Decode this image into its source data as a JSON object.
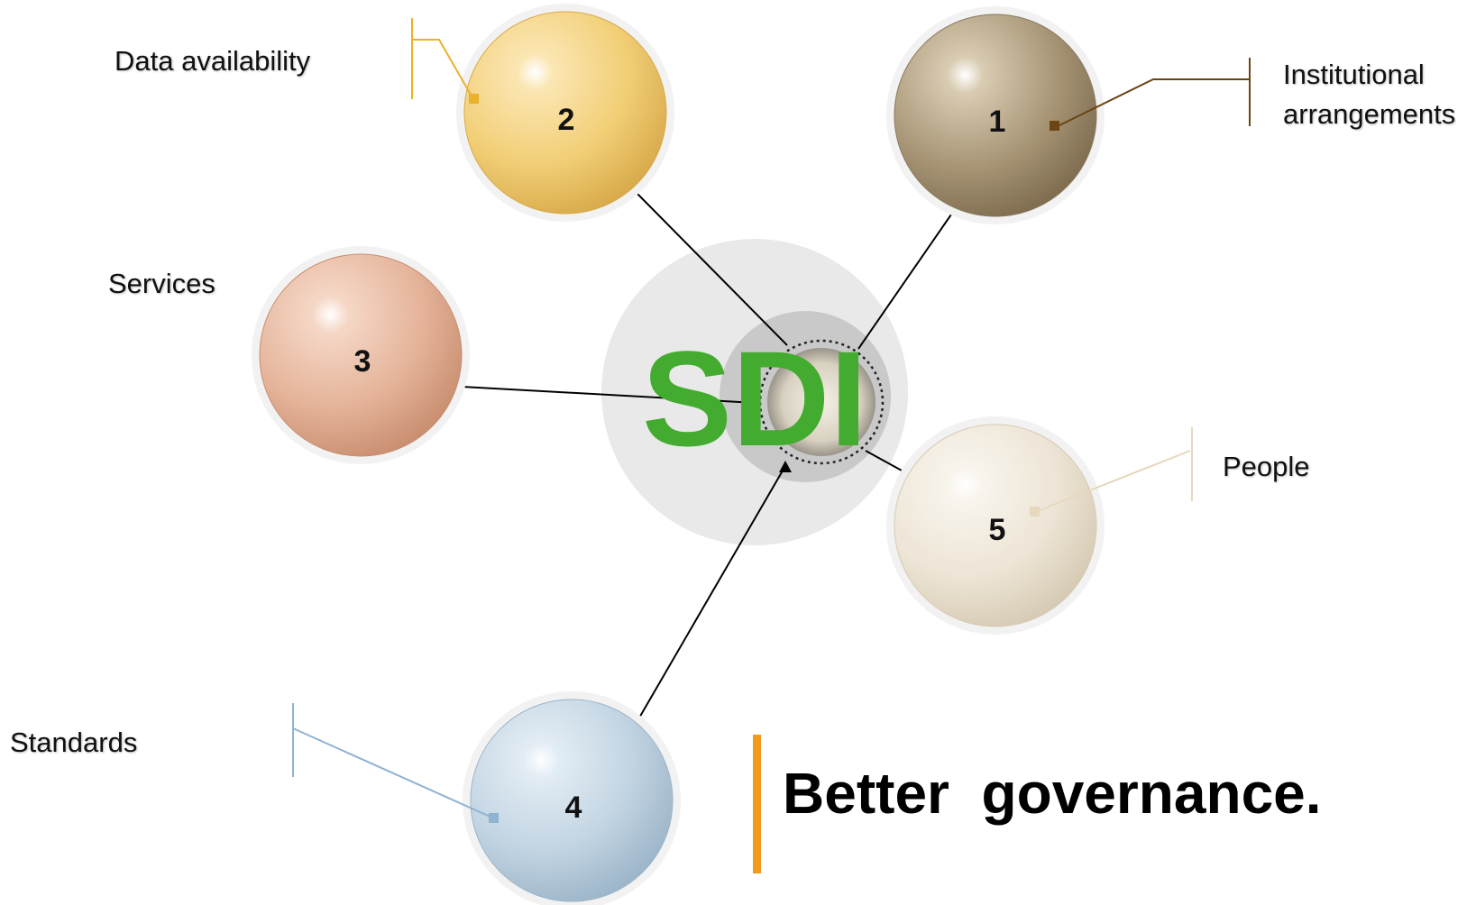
{
  "center": {
    "label": "SDI",
    "color": "#43ab2f"
  },
  "nodes": [
    {
      "id": "1",
      "number": "1",
      "label_lines": [
        "Institutional",
        "arrangements"
      ],
      "color": "#a89677",
      "leader_color": "#6b4513"
    },
    {
      "id": "2",
      "number": "2",
      "label_lines": [
        "Data availability"
      ],
      "color": "#f2cf77",
      "leader_color": "#eab12d"
    },
    {
      "id": "3",
      "number": "3",
      "label_lines": [
        "Services"
      ],
      "color": "#e5b49a",
      "leader_color": "#111111"
    },
    {
      "id": "4",
      "number": "4",
      "label_lines": [
        "Standards"
      ],
      "color": "#c2d4e2",
      "leader_color": "#8fb3d3"
    },
    {
      "id": "5",
      "number": "5",
      "label_lines": [
        "People"
      ],
      "color": "#ede5d6",
      "leader_color": "#e6d8bd"
    }
  ],
  "tagline": {
    "text": "Better  governance.",
    "accent_color": "#f39a1c"
  }
}
